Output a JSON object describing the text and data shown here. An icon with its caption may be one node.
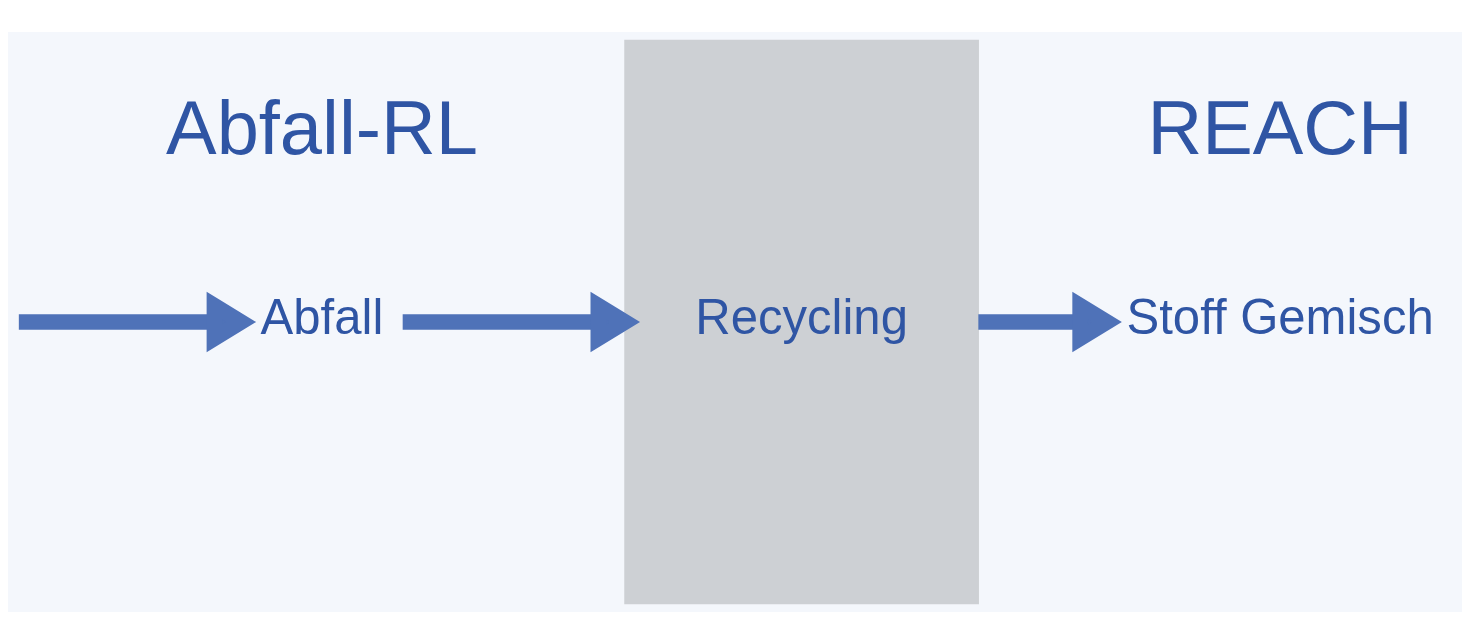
{
  "diagram": {
    "nodes": [
      {
        "text": [
          "Abfall"
        ]
      },
      {
        "text": [
          "Recycling"
        ]
      },
      {
        "text": [
          "Stoff Gemisch"
        ]
      }
    ],
    "edges": [
      {
        "from": null,
        "to": 0,
        "arrow": "to"
      },
      {
        "from": 0,
        "to": 1,
        "arrow": "to"
      },
      {
        "from": 1,
        "to": 2,
        "arrow": "to"
      }
    ],
    "labels": [
      "Abfall-RL",
      "REACH"
    ]
  }
}
